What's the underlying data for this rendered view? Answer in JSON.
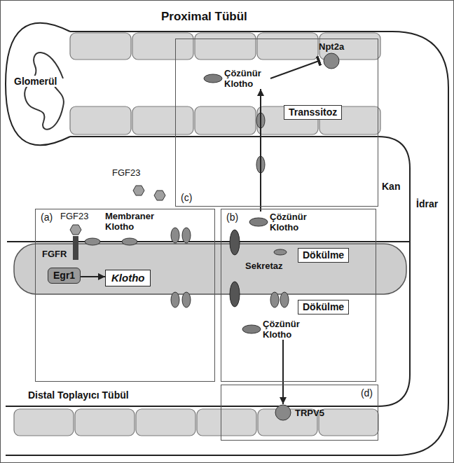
{
  "diagram": {
    "nodes": [
      {
        "text": [
          "(c)"
        ]
      },
      {
        "text": [
          "Npt2a"
        ],
        "in": 0
      },
      {
        "text": [
          "Çözünür Klotho"
        ],
        "in": 0
      },
      {
        "text": [
          "Transsitoz"
        ],
        "in": 0
      },
      {
        "text": [
          "(a)"
        ]
      },
      {
        "text": [
          "Egr1"
        ],
        "in": 4
      },
      {
        "text": [
          "Klotho"
        ],
        "in": 4
      },
      {
        "text": [
          "(b)"
        ]
      },
      {
        "text": [
          "Çözünür Klotho"
        ],
        "in": 7
      },
      {
        "text": [
          "Dökülme"
        ],
        "in": 7
      },
      {
        "text": [
          "Dökülme"
        ],
        "in": 7
      },
      {
        "text": [
          "Çözünür Klotho"
        ],
        "in": 7
      },
      {
        "text": [
          "(d)"
        ]
      },
      {
        "text": [
          "TRPV5"
        ],
        "in": 12
      }
    ],
    "edges": [
      {
        "from": 5,
        "to": 6,
        "arrow": "to"
      },
      {
        "from": 8,
        "to": 2,
        "arrow": "to"
      },
      {
        "from": 2,
        "to": 1,
        "arrow": "to"
      },
      {
        "from": 11,
        "to": 13,
        "arrow": "to"
      }
    ],
    "labels": [
      "Proximal Tübül",
      "Glomerül",
      "FGF23",
      "FGF23",
      "FGFR",
      "Membraner Klotho",
      "Sekretaz",
      "Kan",
      "İdrar",
      "Distal Toplayıcı Tübül"
    ]
  }
}
